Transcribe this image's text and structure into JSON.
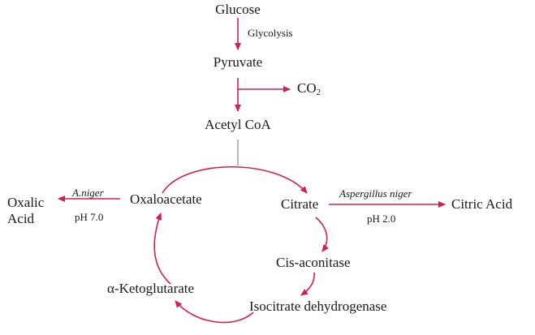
{
  "colors": {
    "arrow": "#d21f52",
    "text": "#1a1a1a",
    "background": "#ffffff"
  },
  "nodes": {
    "glucose": "Glucose",
    "pyruvate": "Pyruvate",
    "co2": "CO",
    "co2_sub": "2",
    "acetyl_coa": "Acetyl CoA",
    "oxaloacetate": "Oxaloacetate",
    "citrate": "Citrate",
    "cis_aconitase": "Cis-aconitase",
    "isocitrate_dehydrogenase": "Isocitrate dehydrogenase",
    "alpha_ketoglutarate": "α-Ketoglutarate",
    "oxalic_acid_line1": "Oxalic",
    "oxalic_acid_line2": "Acid",
    "citric_acid": "Citric Acid"
  },
  "annotations": {
    "glycolysis": "Glycolysis",
    "a_niger": "A.niger",
    "ph_7": "pH 7.0",
    "aspergillus_niger": "Aspergillus niger",
    "ph_2": "pH 2.0"
  }
}
